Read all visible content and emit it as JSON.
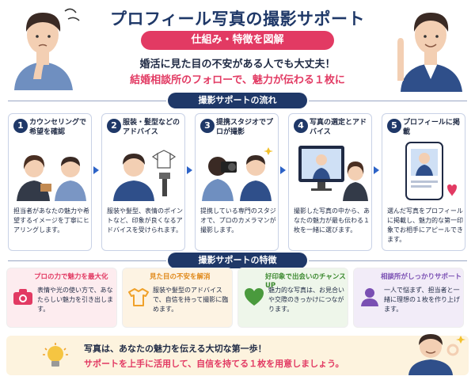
{
  "header": {
    "title": "プロフィール写真の撮影サポート",
    "subtitle": "仕組み・特徴を図解",
    "lead_line1": "婚活に見た目の不安がある人でも大丈夫！",
    "lead_line2": "結婚相談所のフォローで、魅力が伝わる１枚に"
  },
  "flow": {
    "label": "撮影サポートの流れ",
    "steps": [
      {
        "num": "1",
        "title": "カウンセリングで希望を確認",
        "desc": "担当者があなたの魅力や希望するイメージを丁寧にヒアリングします。"
      },
      {
        "num": "2",
        "title": "服装・髪型などのアドバイス",
        "desc": "服装や髪型、表情のポイントなど、印象が良くなるアドバイスを受けられます。"
      },
      {
        "num": "3",
        "title": "提携スタジオでプロが撮影",
        "desc": "提携している専門のスタジオで、プロのカメラマンが撮影します。"
      },
      {
        "num": "4",
        "title": "写真の選定とアドバイス",
        "desc": "撮影した写真の中から、あなたの魅力が最も伝わる１枚を一緒に選びます。"
      },
      {
        "num": "5",
        "title": "プロフィールに掲載",
        "desc": "選んだ写真をプロフィールに掲載し、魅力的な第一印象でお相手にアピールできます。"
      }
    ]
  },
  "features": {
    "label": "撮影サポートの特徴",
    "items": [
      {
        "title": "プロの力で魅力を最大化",
        "desc": "表情や光の使い方で、あなたらしい魅力を引き出します。",
        "icon": "camera-icon",
        "color": "#e23a63",
        "bg": "#fdecef"
      },
      {
        "title": "見た目の不安を解消",
        "desc": "服装や髪型のアドバイスで、自信を持って撮影に臨めます。",
        "icon": "shirt-icon",
        "color": "#f0a12a",
        "bg": "#fdf3e3"
      },
      {
        "title": "好印象で出会いのチャンスUP",
        "desc": "魅力的な写真は、お見合いや交際のきっかけにつながります。",
        "icon": "heart-icon",
        "color": "#4a9a3d",
        "bg": "#eef6ea"
      },
      {
        "title": "相談所がしっかりサポート",
        "desc": "一人で悩まず、担当者と一緒に理想の１枚を作り上げます。",
        "icon": "person-icon",
        "color": "#7a4fb3",
        "bg": "#f2ecf8"
      }
    ]
  },
  "bottom": {
    "line1": "写真は、あなたの魅力を伝える大切な第一歩！",
    "line2": "サポートを上手に活用して、自信を持てる１枚を用意しましょう。"
  }
}
